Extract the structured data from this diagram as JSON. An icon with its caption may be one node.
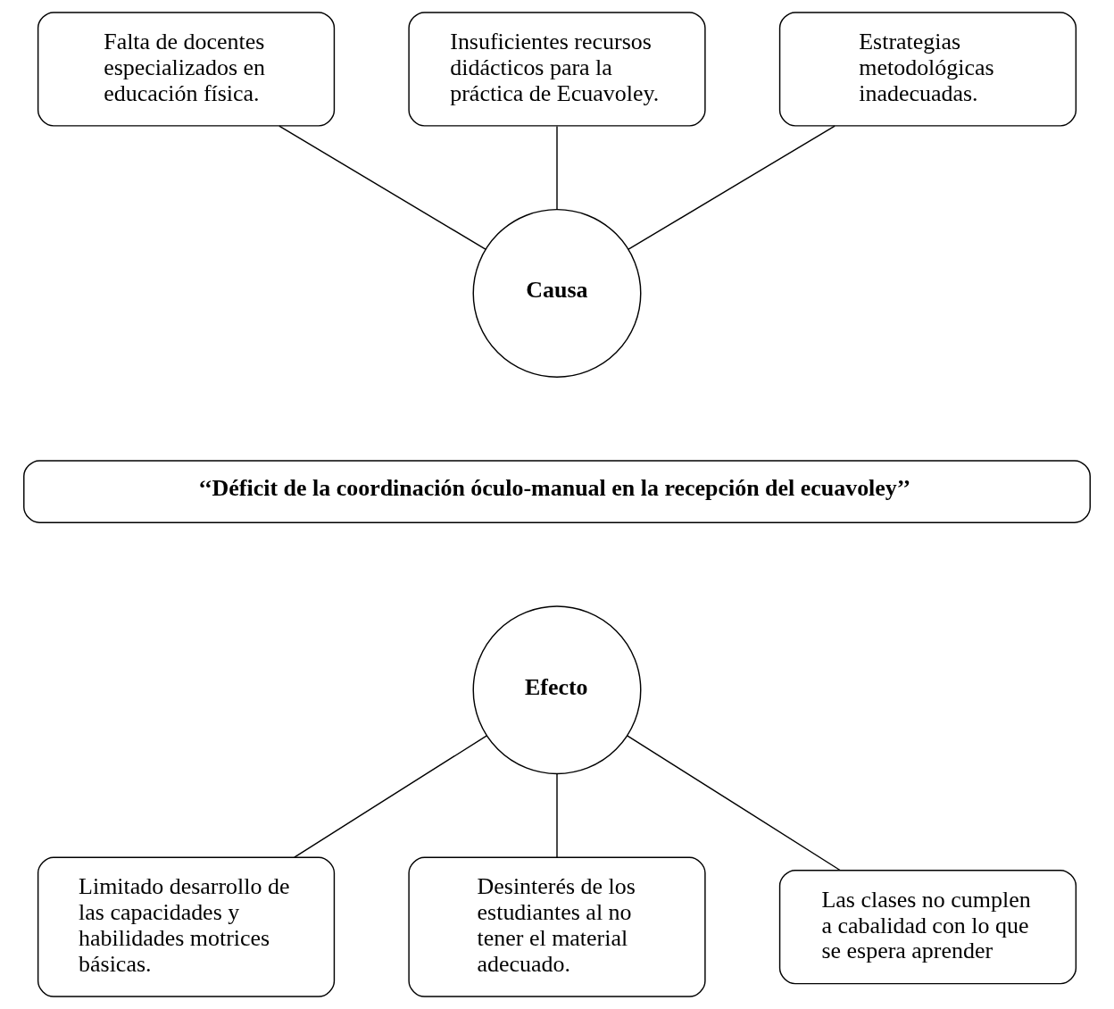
{
  "diagram": {
    "nodes": [
      {
        "text": [
          "Falta de docentes especializados en educación física."
        ]
      },
      {
        "text": [
          "Insuficientes recursos didácticos para la práctica de Ecuavoley."
        ]
      },
      {
        "text": [
          "Estrategias metodológicas inadecuadas."
        ]
      },
      {
        "text": [
          "Causa"
        ]
      },
      {
        "text": [
          "‘‘Déficit de la coordinación óculo-manual en la recepción del ecuavoley’’"
        ]
      },
      {
        "text": [
          "Efecto"
        ]
      },
      {
        "text": [
          "Limitado desarrollo de las capacidades y habilidades motrices básicas."
        ]
      },
      {
        "text": [
          "Desinterés de los estudiantes al no tener el material adecuado."
        ]
      },
      {
        "text": [
          "Las clases no cumplen a cabalidad con lo que se espera aprender"
        ]
      }
    ],
    "edges": [
      {
        "from": 0,
        "to": 3,
        "arrow": "none"
      },
      {
        "from": 1,
        "to": 3,
        "arrow": "none"
      },
      {
        "from": 2,
        "to": 3,
        "arrow": "none"
      },
      {
        "from": 5,
        "to": 6,
        "arrow": "none"
      },
      {
        "from": 5,
        "to": 7,
        "arrow": "none"
      },
      {
        "from": 5,
        "to": 8,
        "arrow": "none"
      }
    ]
  }
}
